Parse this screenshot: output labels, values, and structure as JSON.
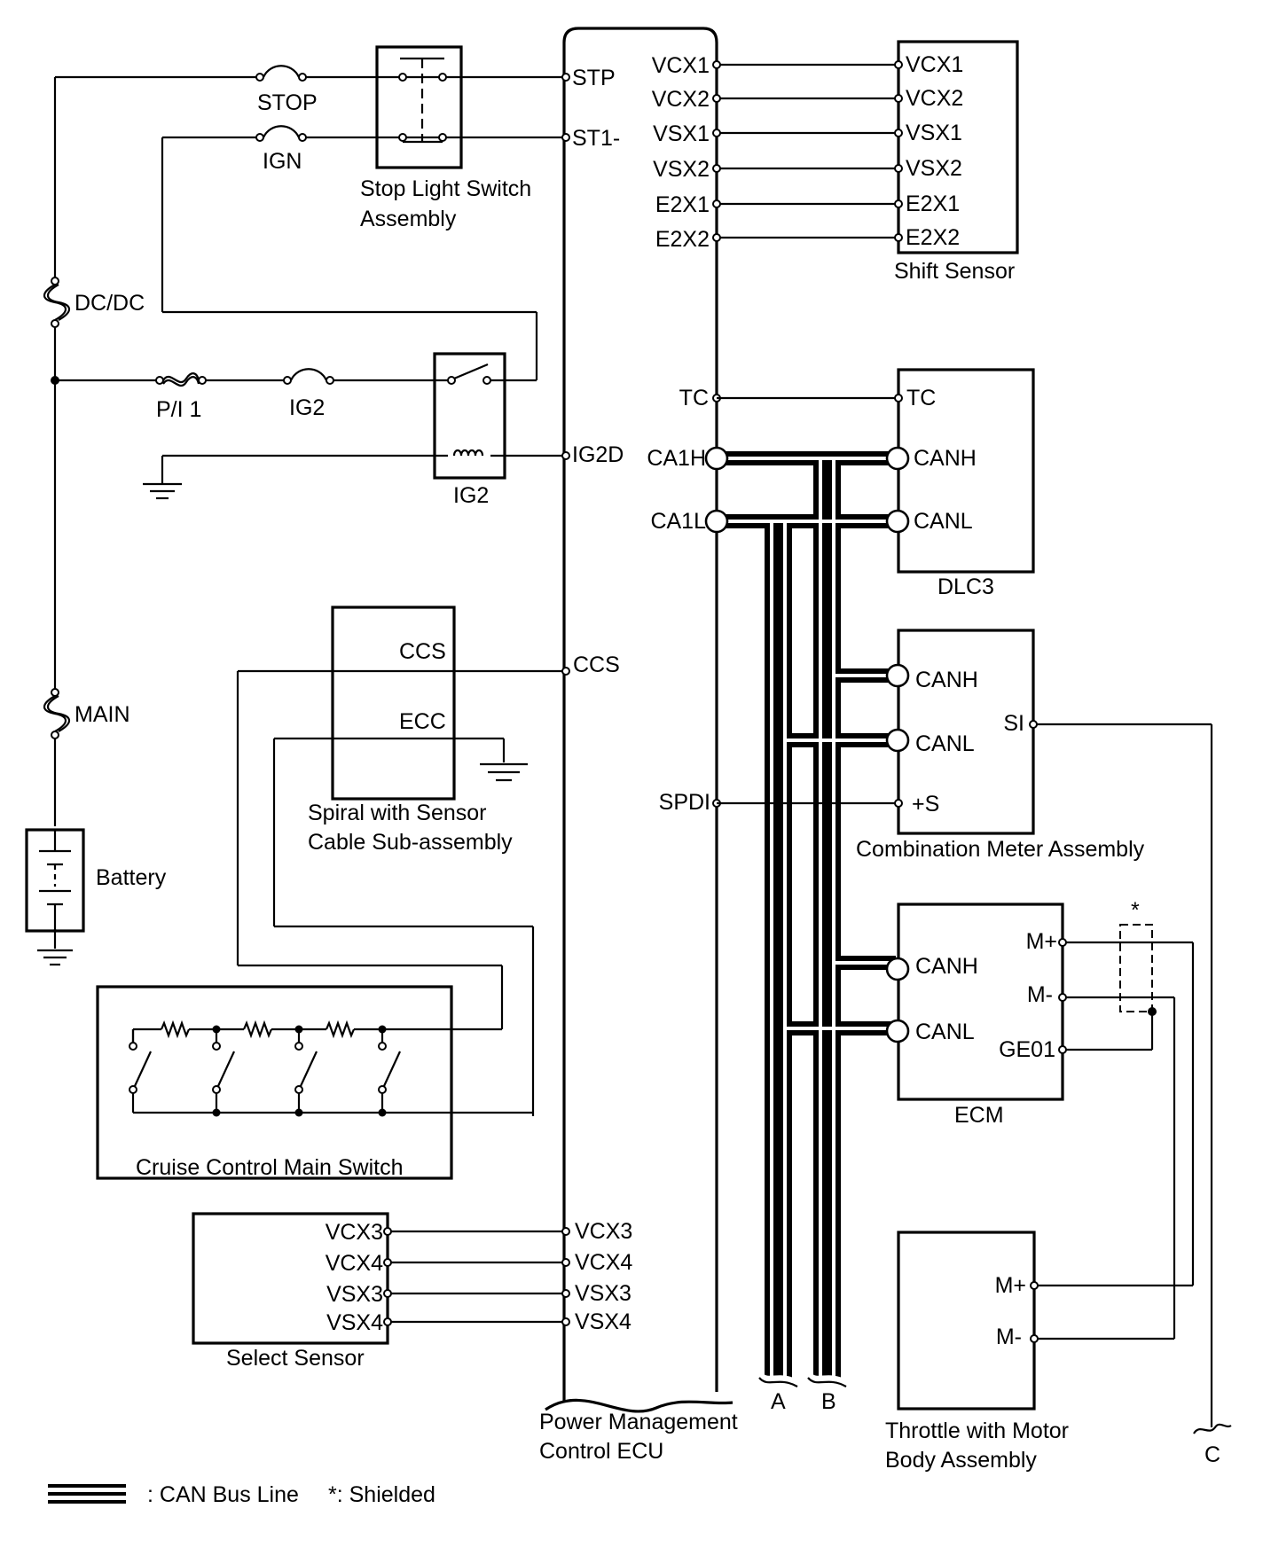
{
  "fuses": {
    "stop": "STOP",
    "ign": "IGN",
    "dcdc": "DC/DC",
    "pi1": "P/I 1",
    "ig2": "IG2",
    "main": "MAIN"
  },
  "components": {
    "stop_light_switch": [
      "Stop Light Switch",
      "Assembly"
    ],
    "ig2_relay": "IG2",
    "battery": "Battery",
    "spiral": [
      "Spiral with Sensor",
      "Cable Sub-assembly"
    ],
    "cruise_switch": "Cruise Control Main Switch",
    "select_sensor": "Select Sensor",
    "ecu": [
      "Power Management",
      "Control ECU"
    ],
    "shift_sensor": "Shift Sensor",
    "dlc3": "DLC3",
    "combination_meter": "Combination Meter Assembly",
    "ecm": "ECM",
    "throttle": [
      "Throttle with Motor",
      "Body Assembly"
    ]
  },
  "ecu_pins_left": {
    "stp": "STP",
    "st1": "ST1-",
    "ig2d": "IG2D",
    "ccs": "CCS",
    "vcx3": "VCX3",
    "vcx4": "VCX4",
    "vsx3": "VSX3",
    "vsx4": "VSX4"
  },
  "ecu_pins_right": {
    "vcx1": "VCX1",
    "vcx2": "VCX2",
    "vsx1": "VSX1",
    "vsx2": "VSX2",
    "e2x1": "E2X1",
    "e2x2": "E2X2",
    "tc": "TC",
    "ca1h": "CA1H",
    "ca1l": "CA1L",
    "spdi": "SPDI"
  },
  "shift_sensor_pins": [
    "VCX1",
    "VCX2",
    "VSX1",
    "VSX2",
    "E2X1",
    "E2X2"
  ],
  "select_sensor_pins": [
    "VCX3",
    "VCX4",
    "VSX3",
    "VSX4"
  ],
  "spiral_pins": {
    "ccs": "CCS",
    "ecc": "ECC"
  },
  "dlc3_pins": {
    "tc": "TC",
    "canh": "CANH",
    "canl": "CANL"
  },
  "meter_pins": {
    "canh": "CANH",
    "canl": "CANL",
    "si": "SI",
    "plus_s": "+S"
  },
  "ecm_pins": {
    "canh": "CANH",
    "canl": "CANL",
    "m_plus": "M+",
    "m_minus": "M-",
    "ge01": "GE01"
  },
  "throttle_pins": {
    "m_plus": "M+",
    "m_minus": "M-"
  },
  "continuation": {
    "a": "A",
    "b": "B",
    "c": "C"
  },
  "shield_mark": "*",
  "legend": {
    "can": ": CAN Bus Line",
    "shielded": "*: Shielded"
  }
}
